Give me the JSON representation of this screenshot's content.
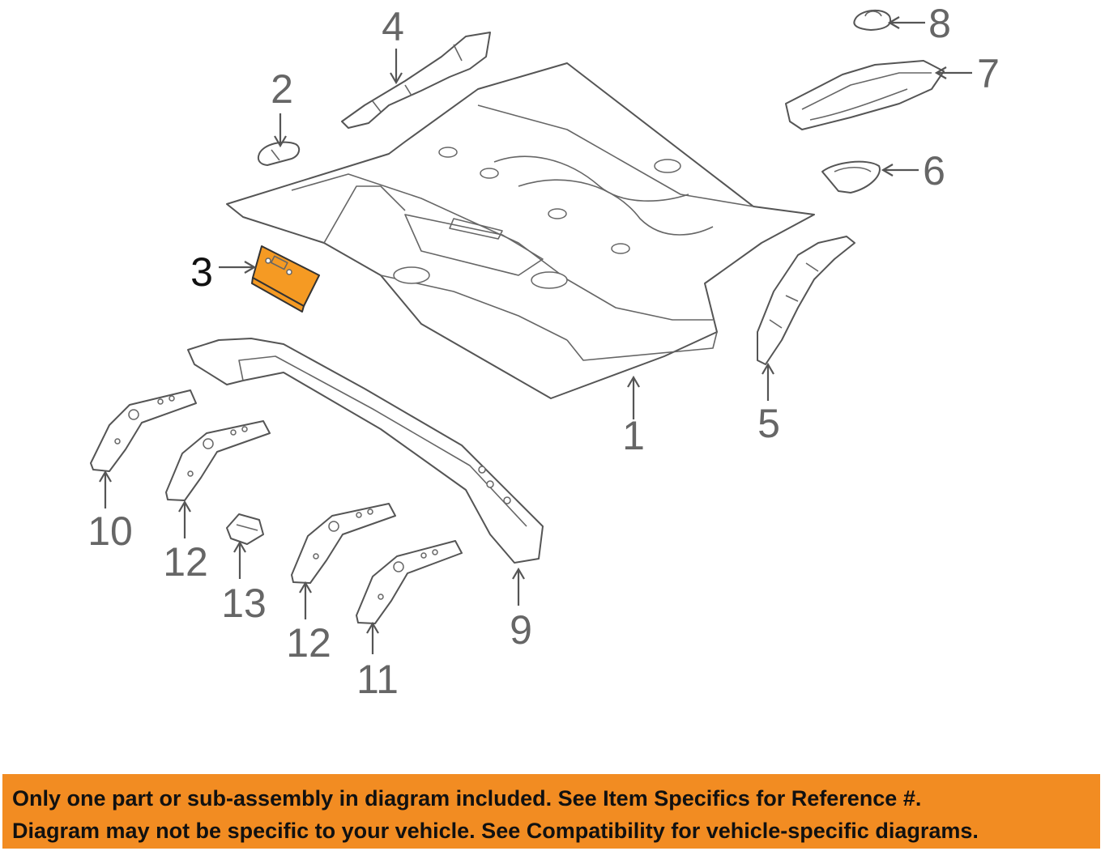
{
  "diagram": {
    "highlight_color": "#f59a23",
    "callouts": [
      "1",
      "2",
      "3",
      "4",
      "5",
      "6",
      "7",
      "8",
      "9",
      "10",
      "11",
      "12",
      "12",
      "13"
    ],
    "highlighted_part": "3"
  },
  "footer": {
    "background": "#f28c22",
    "line1": "Only one part or sub-assembly in diagram included. See Item Specifics for Reference #.",
    "line2": "Diagram may not be specific to your vehicle. See Compatibility for vehicle-specific diagrams."
  }
}
